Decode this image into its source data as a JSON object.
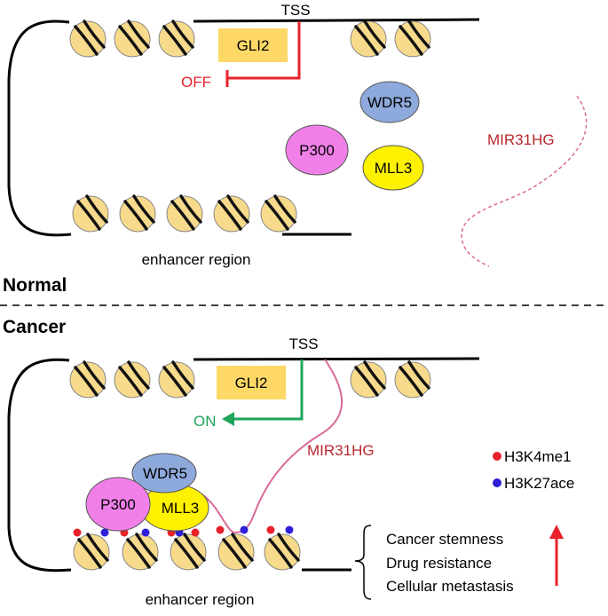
{
  "normal": {
    "section_label": "Normal",
    "tss_label": "TSS",
    "gli2_label": "GLI2",
    "state_label": "OFF",
    "enhancer_label": "enhancer region",
    "mir_label": "MIR31HG",
    "proteins": {
      "wdr5": "WDR5",
      "p300": "P300",
      "mll3": "MLL3"
    }
  },
  "cancer": {
    "section_label": "Cancer",
    "tss_label": "TSS",
    "gli2_label": "GLI2",
    "state_label": "ON",
    "enhancer_label": "enhancer region",
    "mir_label": "MIR31HG",
    "proteins": {
      "wdr5": "WDR5",
      "p300": "P300",
      "mll3": "MLL3"
    }
  },
  "legend": {
    "h3k4me1": "H3K4me1",
    "h3k27ace": "H3K27ace"
  },
  "outcomes": [
    "Cancer stemness",
    "Drug resistance",
    "Cellular metastasis"
  ],
  "colors": {
    "nucleosome": "#F7DA8B",
    "gli2_box": "#FDD866",
    "repress": "#E8212B",
    "activate": "#1FA55A",
    "mir_text": "#B8272D",
    "mir_strand": "#D96A9A",
    "wdr5": "#8EA9DB",
    "p300": "#F080E8",
    "mll3": "#FFF200",
    "h3k4me1": "#E8212B",
    "h3k27ace": "#2E1FD9"
  }
}
